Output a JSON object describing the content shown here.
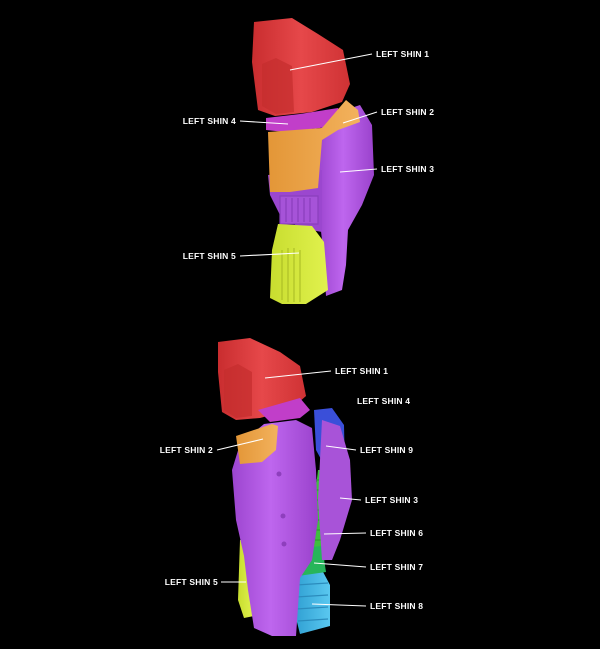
{
  "colors": {
    "background": "#000000",
    "shin_1": "#e2413f",
    "shin_2": "#eea349",
    "shin_3": "#b85ce6",
    "shin_4": "#c13ec9",
    "shin_5": "#d6e940",
    "shin_6": "#3fbf3f",
    "shin_7": "#27b55a",
    "shin_8": "#44b6e6",
    "shin_9": "#3a4fd9",
    "label": "#ffffff"
  },
  "views": [
    {
      "name": "top-view",
      "labels": [
        {
          "id": "top-shin-1",
          "text": "LEFT SHIN 1"
        },
        {
          "id": "top-shin-2",
          "text": "LEFT SHIN 2"
        },
        {
          "id": "top-shin-3",
          "text": "LEFT SHIN 3"
        },
        {
          "id": "top-shin-4",
          "text": "LEFT SHIN 4"
        },
        {
          "id": "top-shin-5",
          "text": "LEFT SHIN 5"
        }
      ]
    },
    {
      "name": "bottom-view",
      "labels": [
        {
          "id": "bot-shin-1",
          "text": "LEFT SHIN 1"
        },
        {
          "id": "bot-shin-4",
          "text": "LEFT SHIN 4"
        },
        {
          "id": "bot-shin-2",
          "text": "LEFT SHIN 2"
        },
        {
          "id": "bot-shin-9",
          "text": "LEFT SHIN 9"
        },
        {
          "id": "bot-shin-3",
          "text": "LEFT SHIN 3"
        },
        {
          "id": "bot-shin-6",
          "text": "LEFT SHIN 6"
        },
        {
          "id": "bot-shin-7",
          "text": "LEFT SHIN 7"
        },
        {
          "id": "bot-shin-5",
          "text": "LEFT SHIN 5"
        },
        {
          "id": "bot-shin-8",
          "text": "LEFT SHIN 8"
        }
      ]
    }
  ]
}
